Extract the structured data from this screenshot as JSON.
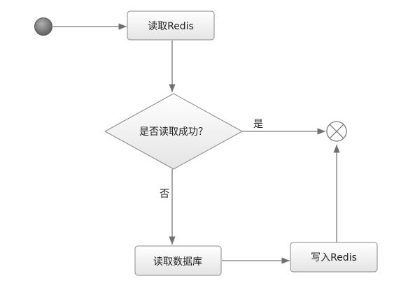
{
  "nodes": {
    "read_redis": {
      "label": "读取Redis"
    },
    "decision": {
      "label": "是否读取成功？"
    },
    "read_db": {
      "label": "读取数据库"
    },
    "write_redis": {
      "label": "写入Redis"
    }
  },
  "edges": {
    "yes_label": "是",
    "no_label": "否"
  },
  "colors": {
    "stroke": "#7a7a7a",
    "node_fill_top": "#ffffff",
    "node_fill_bottom": "#e6e6e6",
    "start_fill": "#6e6e6e",
    "end_stroke": "#7a7a7a"
  }
}
